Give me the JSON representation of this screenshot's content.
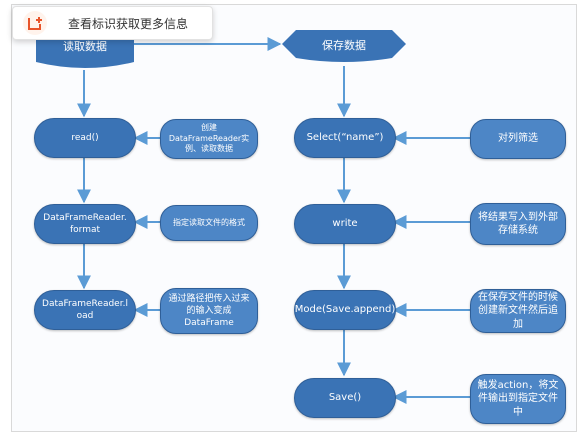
{
  "tooltip": {
    "text": "查看标识获取更多信息",
    "icon": "tag-plus-icon",
    "accent": "#e8542a"
  },
  "colors": {
    "node_fill": "#3a73b5",
    "note_fill": "#4d86c6",
    "connector": "#5b9bd5"
  },
  "left_flow": {
    "source": "读取数据",
    "steps": [
      "read()",
      "DataFrameReader.format",
      "DataFrameReader.load"
    ],
    "notes": [
      "创建DataFrameReader实例、读取数据",
      "指定读取文件的格式",
      "通过路径把传入过来的输入变成DataFrame"
    ]
  },
  "right_flow": {
    "sink": "保存数据",
    "steps": [
      "Select(“name”)",
      "write",
      "Mode(Save.append)",
      "Save()"
    ],
    "notes": [
      "对列筛选",
      "将结果写入到外部存储系统",
      "在保存文件的时候创建新文件然后追加",
      "触发action，将文件输出到指定文件中"
    ]
  }
}
